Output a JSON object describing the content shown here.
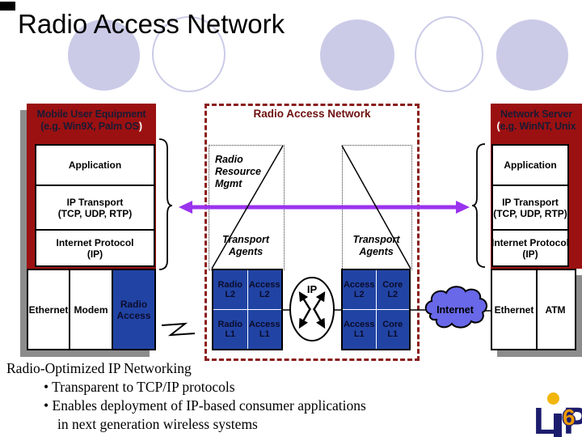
{
  "header": {
    "title": "Radio Access Network"
  },
  "mobile": {
    "title1": "Mobile User Equipment",
    "title2_main": "(e.g. Win9X, Palm OS",
    "title2_close": ")",
    "stack": {
      "app": "Application",
      "tp1": "IP Transport",
      "tp2": "(TCP, UDP, RTP)",
      "ip1": "Internet Protocol",
      "ip2": "(IP)"
    },
    "ethernet": "Ethernet",
    "modem": "Modem",
    "radio_access": [
      "Radio",
      "Access"
    ]
  },
  "ran": {
    "title": "Radio Access Network",
    "rrm": [
      "Radio",
      "Resource",
      "Mgmt"
    ],
    "ta": [
      "Transport",
      "Agents"
    ],
    "left_grid": [
      [
        "Radio",
        "L2"
      ],
      [
        "Access",
        "L2"
      ],
      [
        "Radio",
        "L1"
      ],
      [
        "Access",
        "L1"
      ]
    ],
    "right_grid": [
      [
        "Access",
        "L2"
      ],
      [
        "Core",
        "L2"
      ],
      [
        "Access",
        "L1"
      ],
      [
        "Core",
        "L1"
      ]
    ],
    "ip_label": "IP"
  },
  "server": {
    "title1": "Network Server",
    "title2_open": "(",
    "title2_main": "e.g. WinNT, Unix",
    "stack": {
      "app": "Application",
      "tp1": "IP Transport",
      "tp2": "(TCP, UDP, RTP)",
      "ip1": "Internet Protocol",
      "ip2": "(IP)"
    },
    "ethernet": "Ethernet",
    "atm": "ATM"
  },
  "internet_cloud": {
    "label": "Internet"
  },
  "footer": {
    "lines": [
      "Radio-Optimized IP Networking",
      "• Transparent to TCP/IP protocols",
      "• Enables deployment of IP-based consumer applications",
      "in next generation wireless systems"
    ]
  },
  "logo": {
    "letter_l": "L",
    "letter_p": "P",
    "digit": "6"
  },
  "colors": {
    "panel_red": "#9b1111",
    "dashed_red": "#8b1c1c",
    "grid_blue": "#2144a4",
    "cloud_blue": "#6868e8",
    "arrow_purple": "#9a33ee",
    "circle_lavender": "#cbcbe8",
    "shadow_gray": "#8c8c8c",
    "logo_navy": "#1c1c6e",
    "logo_orange": "#eb9800"
  }
}
